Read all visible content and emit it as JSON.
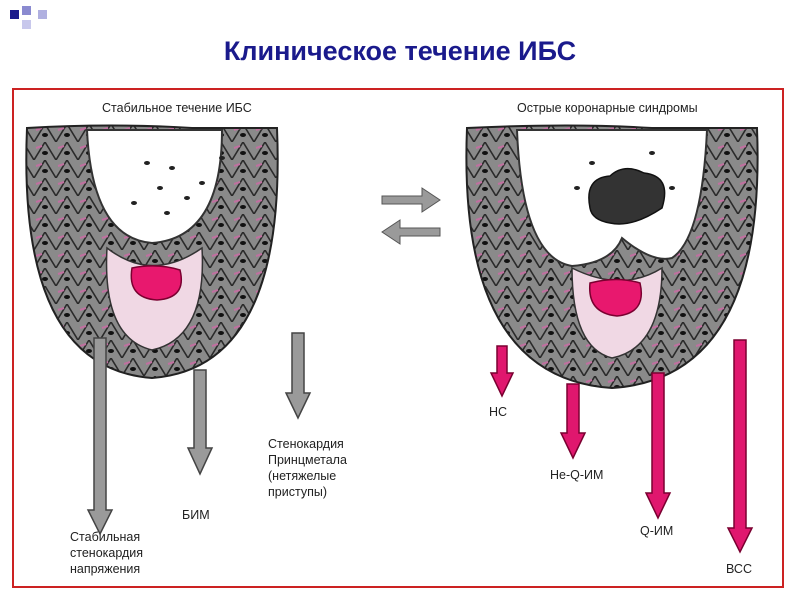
{
  "slide": {
    "title": "Клиническое течение ИБС"
  },
  "left_panel": {
    "heading": "Стабильное течение ИБС",
    "outcomes": {
      "stable_angina": [
        "Стабильная",
        "стенокардия",
        "напряжения"
      ],
      "silent_ischemia": "БИМ",
      "prinzmetal": [
        "Стенокардия",
        "Принцметала",
        "(нетяжелые",
        "приступы)"
      ]
    }
  },
  "right_panel": {
    "heading": "Острые коронарные синдромы",
    "outcomes": {
      "unstable_angina": "НС",
      "non_q_mi": "Не-Q-ИМ",
      "q_mi": "Q-ИМ",
      "sudden_death": "ВСС"
    }
  },
  "colors": {
    "title": "#1a1a8c",
    "frame_border": "#cc2222",
    "gray_arrow": "#9a9a9a",
    "pink_arrow": "#e0176e",
    "plaque": "#e8186e",
    "vessel_wall": "#6e6e6e"
  },
  "icons": [
    "transition-arrows-icon",
    "decorative-squares-icon"
  ]
}
